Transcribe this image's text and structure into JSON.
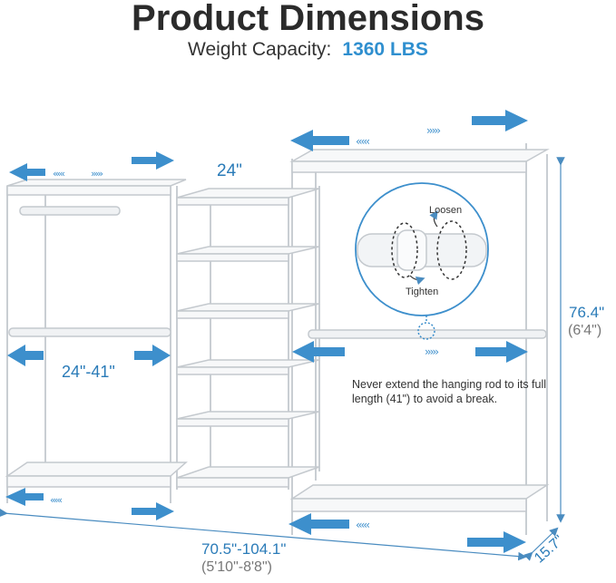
{
  "header": {
    "title": "Product Dimensions",
    "capacity_label": "Weight Capacity:",
    "capacity_value": "1360 LBS"
  },
  "dimensions": {
    "middle_width": "24\"",
    "rod_length": "24\"-41\"",
    "height_in": "76.4\"",
    "height_ft": "(6'4\")",
    "width_in": "70.5\"-104.1\"",
    "width_ft": "(5'10\"-8'8\")",
    "depth": "15.7\""
  },
  "callout": {
    "loosen": "Loosen",
    "tighten": "Tighten"
  },
  "note": "Never extend the hanging rod to its full length (41\") to avoid a break.",
  "colors": {
    "accent": "#2f8fcf",
    "arrow": "#3d8fcc",
    "text_dark": "#2b2b2b"
  }
}
